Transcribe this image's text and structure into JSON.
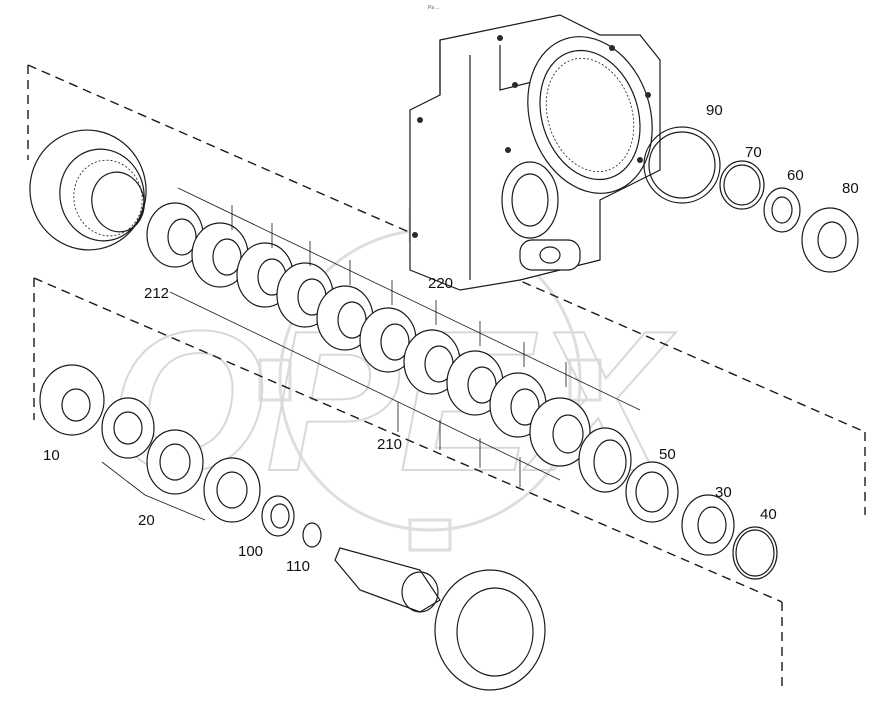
{
  "header": {
    "tiny_mark": "Pa ..."
  },
  "watermark": {
    "text": "OPEX"
  },
  "labels": {
    "l10": "10",
    "l20": "20",
    "l30": "30",
    "l40": "40",
    "l50": "50",
    "l60": "60",
    "l70": "70",
    "l80": "80",
    "l90": "90",
    "l100": "100",
    "l110": "110",
    "l210": "210",
    "l212": "212",
    "l220": "220"
  }
}
